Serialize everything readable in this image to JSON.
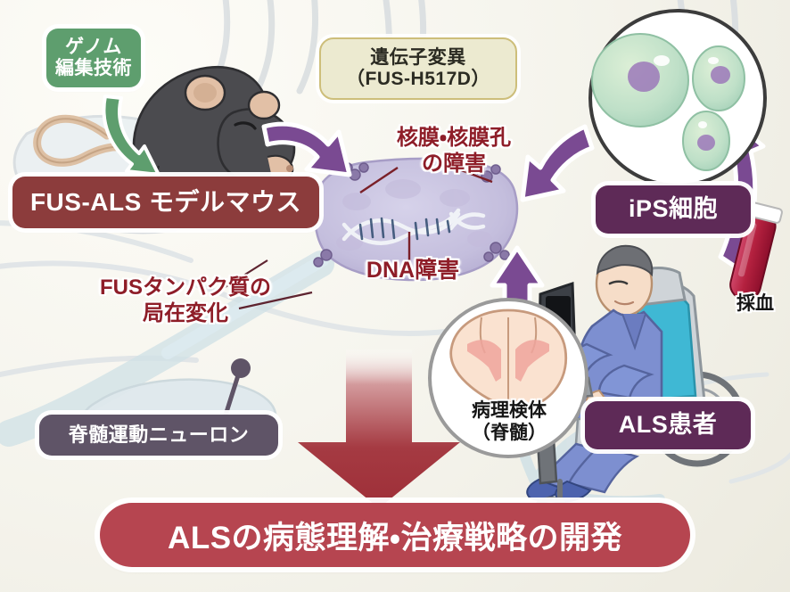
{
  "figure": {
    "title_banner": "ALSの病態理解・治療戦略の開発",
    "background": "neuron-illustration"
  },
  "labels": {
    "genome_editing": "ゲノム\n編集技術",
    "gene_mutation": "遺伝子変異\n（FUS-H517D）",
    "model_mouse": "FUS-ALS モデルマウス",
    "ips_cells": "iPS細胞",
    "als_patient": "ALS患者",
    "blood_draw": "採血",
    "spinal_motor_neuron": "脊髄運動ニューロン",
    "pathology_specimen": "病理検体\n（脊髄）",
    "nuclear_membrane_damage": "核膜・核膜孔\nの障害",
    "dna_damage": "DNA障害",
    "fus_protein_mislocalization": "FUSタンパク質の\n局在変化"
  },
  "colors": {
    "maroon": "#8c3c3c",
    "plum": "#5e2a57",
    "gray_plum": "#5f5467",
    "green": "#5e9e6e",
    "cream": "#ecead0",
    "cream_border": "#cdbe7a",
    "banner_red": "#b64550",
    "arrow_purple": "#7a4a92",
    "red_text": "#8e1d28",
    "background": "#f4f2e9",
    "blood_red": "#b4213f"
  },
  "icons": {
    "mouse": "mouse-icon",
    "nucleus": "cell-nucleus-icon",
    "dna": "dna-helix-icon",
    "ips_dish": "ips-cell-colony-icon",
    "blood_tube": "blood-tube-icon",
    "patient": "wheelchair-patient-icon",
    "spinal_cord": "spinal-cord-cross-section-icon",
    "down_arrow": "down-arrow-icon",
    "green_arrow": "green-curved-arrow-icon"
  }
}
